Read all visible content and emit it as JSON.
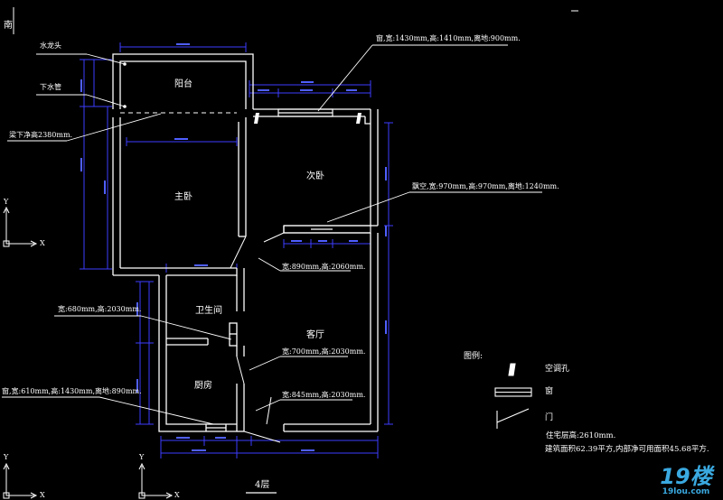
{
  "north_label": "南",
  "rooms": {
    "balcony": "阳台",
    "master_bedroom": "主卧",
    "second_bedroom": "次卧",
    "bathroom": "卫生间",
    "living_room": "客厅",
    "kitchen": "厨房"
  },
  "callouts": {
    "faucet": "水龙头",
    "drain_pipe": "下水管",
    "beam_height": "梁下净高2380mm.",
    "balcony_window": "窗,宽:1430mm,高:1410mm,离地:900mm.",
    "bay_window": "飘空,宽:970mm,高:970mm,离地:1240mm.",
    "door_bedroom": "宽:890mm,高:2060mm.",
    "door_bathroom": "宽:680mm,高:2030mm.",
    "door_kitchen": "宽:700mm,高:2030mm.",
    "door_entry": "宽:845mm,高:2030mm.",
    "kitchen_window": "窗,宽:610mm,高:1430mm,离地:890mm."
  },
  "legend": {
    "title": "图例:",
    "ac_hole": "空调孔",
    "window": "窗",
    "door": "门"
  },
  "notes": {
    "floor_height": "住宅层高:2610mm.",
    "area": "建筑面积62.39平方,内部净可用面积45.68平方."
  },
  "floor_label": "4层",
  "axis": {
    "x": "X",
    "y": "Y"
  },
  "watermark": {
    "brand": "19楼",
    "site": "19lou.com"
  },
  "colors": {
    "wall": "#ffffff",
    "dimension": "#3d3dff",
    "dim_text": "#4f5fff",
    "leader": "#ffffff",
    "background": "#000000",
    "watermark": "#3aa9e0"
  }
}
